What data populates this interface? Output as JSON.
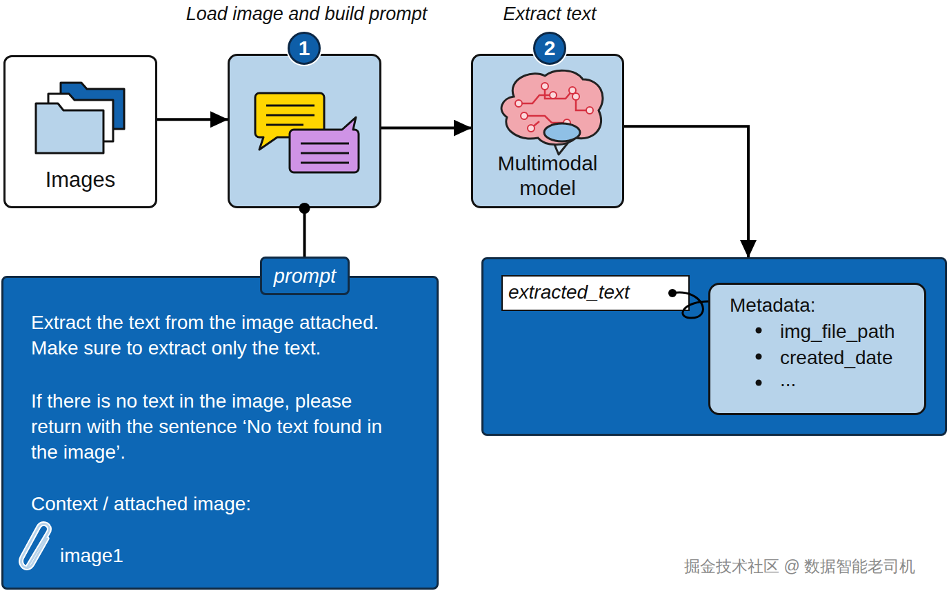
{
  "diagram": {
    "nodes": [
      {
        "text": [
          "Images"
        ]
      },
      {
        "text": [
          "Load image and build prompt"
        ]
      },
      {
        "text": [
          "Extract text",
          "Multimodal model"
        ]
      },
      {
        "text": [
          "prompt",
          "Extract the text from the image attached. Make sure to extract only the text.",
          "If there is no text in the image, please return with the sentence ‘No text found in the image’.",
          "Context / attached image:",
          "image1"
        ]
      },
      {
        "text": []
      },
      {
        "text": [
          "extracted_text"
        ],
        "in": 4
      },
      {
        "text": [
          "Metadata:",
          "img_file_path",
          "created_date",
          "..."
        ],
        "in": 4
      }
    ],
    "edges": [
      {
        "from": 0,
        "to": 1,
        "arrow": "to"
      },
      {
        "from": 1,
        "to": 2,
        "arrow": "to"
      },
      {
        "from": 2,
        "to": 4,
        "arrow": "to"
      },
      {
        "from": 1,
        "to": 3,
        "arrow": "none"
      },
      {
        "from": 5,
        "to": 6,
        "arrow": "none"
      }
    ],
    "labels": [
      "1",
      "2",
      "掘金技术社区 @ 数据智能老司机"
    ]
  }
}
